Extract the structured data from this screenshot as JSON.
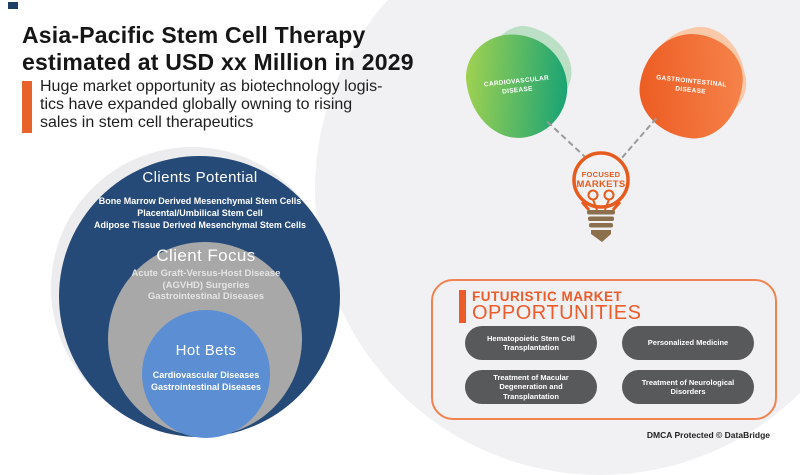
{
  "header": {
    "title_line1": "Asia-Pacific Stem Cell Therapy",
    "title_line2": "estimated at USD xx Million in 2029",
    "subtitle_lines": [
      "Huge market opportunity as biotechnology logis-",
      "tics have expanded globally owning to rising",
      "sales in stem cell therapeutics"
    ]
  },
  "venn": {
    "rings": [
      {
        "title": "Clients Potential",
        "items": [
          "Bone Marrow Derived Mesenchymal Stem Cells",
          "Placental/Umbilical Stem Cell",
          "Adipose Tissue Derived Mesenchymal Stem Cells"
        ]
      },
      {
        "title": "Client Focus",
        "items": [
          "Acute Graft-Versus-Host Disease",
          "(AGVHD) Surgeries",
          "Gastrointestinal Diseases"
        ]
      },
      {
        "title": "Hot Bets",
        "items": [
          "Cardiovascular Diseases",
          "Gastrointestinal Diseases"
        ]
      }
    ]
  },
  "focused_markets": {
    "blobs": [
      {
        "label": "CARDIOVASCULAR DISEASE"
      },
      {
        "label": "GASTROINTESTINAL DISEASE"
      }
    ],
    "bulb": {
      "line1": "FOCUSED",
      "line2": "MARKETS"
    }
  },
  "panel": {
    "title_line1": "FUTURISTIC MARKET",
    "title_line2": "OPPORTUNITIES",
    "pills": [
      "Hematopoietic Stem Cell Transplantation",
      "Personalized Medicine",
      "Treatment of Macular Degeneration and Transplantation",
      "Treatment of Neurological Disorders"
    ]
  },
  "footer": {
    "dmca": "DMCA Protected © DataBridge"
  },
  "colors": {
    "accent_orange": "#e8622c",
    "panel_orange": "#ee5b2b",
    "navy_ring": "#254a77",
    "gray_ring": "#a8a8a9",
    "blue_ring": "#5c8ed3",
    "green_blob_start": "#a8d44f",
    "green_blob_end": "#0fa077",
    "orange_blob_start": "#f6854d",
    "orange_blob_end": "#ec5a20",
    "pill_gray": "#58595b",
    "bulb_base_brown": "#8c6f4c",
    "background_blob": "#f1f1f3"
  }
}
